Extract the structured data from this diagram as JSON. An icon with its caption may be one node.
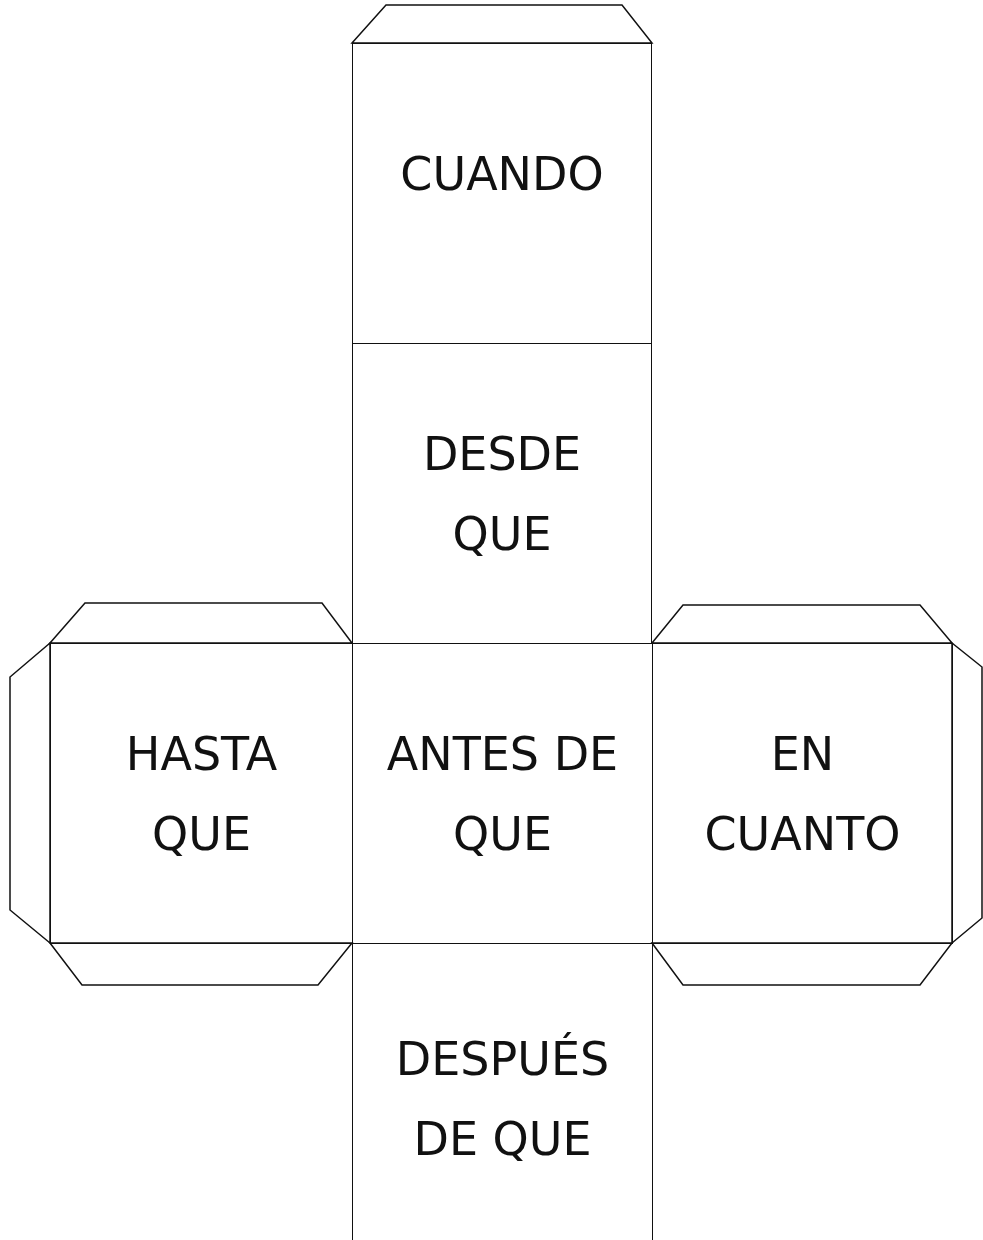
{
  "diagram": {
    "nodes": [
      {
        "text": [
          "CUANDO"
        ]
      },
      {
        "text": [
          "DESDE QUE"
        ]
      },
      {
        "text": [
          "HASTA QUE"
        ]
      },
      {
        "text": [
          "ANTES DE QUE"
        ]
      },
      {
        "text": [
          "EN CUANTO"
        ]
      },
      {
        "text": [
          "DESPUÉS DE QUE"
        ]
      }
    ]
  }
}
